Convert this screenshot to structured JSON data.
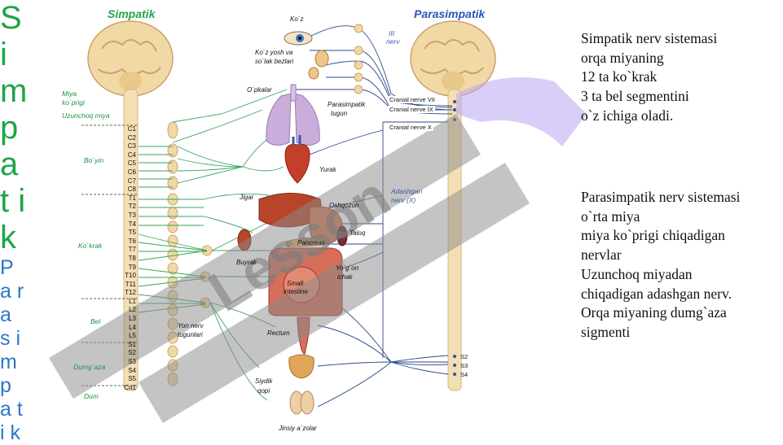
{
  "left_vertical": {
    "letters": [
      "S",
      "i",
      "m",
      "p",
      "a",
      "t",
      "i",
      "k"
    ]
  },
  "right_vertical": {
    "letters": [
      "P",
      "a",
      "r",
      "a",
      "s",
      "i",
      "m",
      "p",
      "a",
      "t",
      "i",
      "k"
    ]
  },
  "diagram": {
    "title_left": "Simpatik",
    "title_right": "Parasimpatik",
    "labels_left": {
      "miya_koprigi_1": "Miya",
      "miya_koprigi_2": "ko`prigi",
      "uzunchoq": "Uzunchoq miya",
      "boyin": "Bo`yin",
      "kokrak": "Ko`krak",
      "bel": "Bel",
      "dumgaza": "Dumg`aza",
      "dum": "Dum"
    },
    "segments_left": [
      "C1",
      "C2",
      "C3",
      "C4",
      "C5",
      "C6",
      "C7",
      "C8",
      "T1",
      "T2",
      "T3",
      "T4",
      "T5",
      "T6",
      "T7",
      "T8",
      "T9",
      "T10",
      "T11",
      "T12",
      "L1",
      "L2",
      "L3",
      "L4",
      "L5",
      "S1",
      "S2",
      "S3",
      "S4",
      "S5",
      "Co1"
    ],
    "organs": {
      "koz": "Ko`z",
      "koz_yosh_1": "Ko`z yosh va",
      "koz_yosh_2": "so`lak bezlari",
      "opkalar": "O`pkalar",
      "parasimpatik_tugun_1": "Parasimpatik",
      "parasimpatik_tugun_2": "tugun",
      "yurak": "Yurak",
      "jigar": "Jigar",
      "oshqozon": "Oshqozon",
      "taloq": "Taloq",
      "pancreas": "Pancreas",
      "buyrak": "Buyrak",
      "yogon_1": "Yo`g`on",
      "yogon_2": "ichak",
      "small_1": "Small",
      "small_2": "intestine",
      "yon_nerv_1": "Yon nerv",
      "yon_nerv_2": "tugunlari",
      "rectum": "Rectum",
      "siydik_1": "Siydik",
      "siydik_2": "qopi",
      "jinsiy": "Jinsiy a`zolar"
    },
    "nerves": {
      "iii_1": "III",
      "iii_2": "nerv",
      "cn7": "Cranial nerve VII",
      "cn9": "Cranial nerve IX",
      "cn10": "Cranial nerve X",
      "adashgan_1": "Adashgan",
      "adashgan_2": "nerv (X)"
    },
    "segments_right": [
      "S2",
      "S3",
      "S4"
    ],
    "watermark": "Lesson"
  },
  "simpatik_text": [
    "Simpatik nerv sistemasi",
    "orqa miyaning",
    "12 ta ko`krak",
    "3 ta bel segmentini",
    "o`z ichiga oladi."
  ],
  "parasimpatik_text": [
    "Parasimpatik nerv sistemasi",
    "o`rta miya",
    "miya ko`prigi chiqadigan",
    "nervlar",
    "Uzunchoq miyadan",
    "chiqadigan adashgan nerv.",
    "Orqa miyaning dumg`aza",
    "sigmenti"
  ],
  "colors": {
    "green": "#1fa547",
    "blue": "#2a78c6",
    "brain": "#f1d9a6",
    "organ_red": "#c84a2a",
    "lung": "#c6a8d6",
    "watermark": "#9a9a9a",
    "highlight": "#b9a6f0"
  }
}
